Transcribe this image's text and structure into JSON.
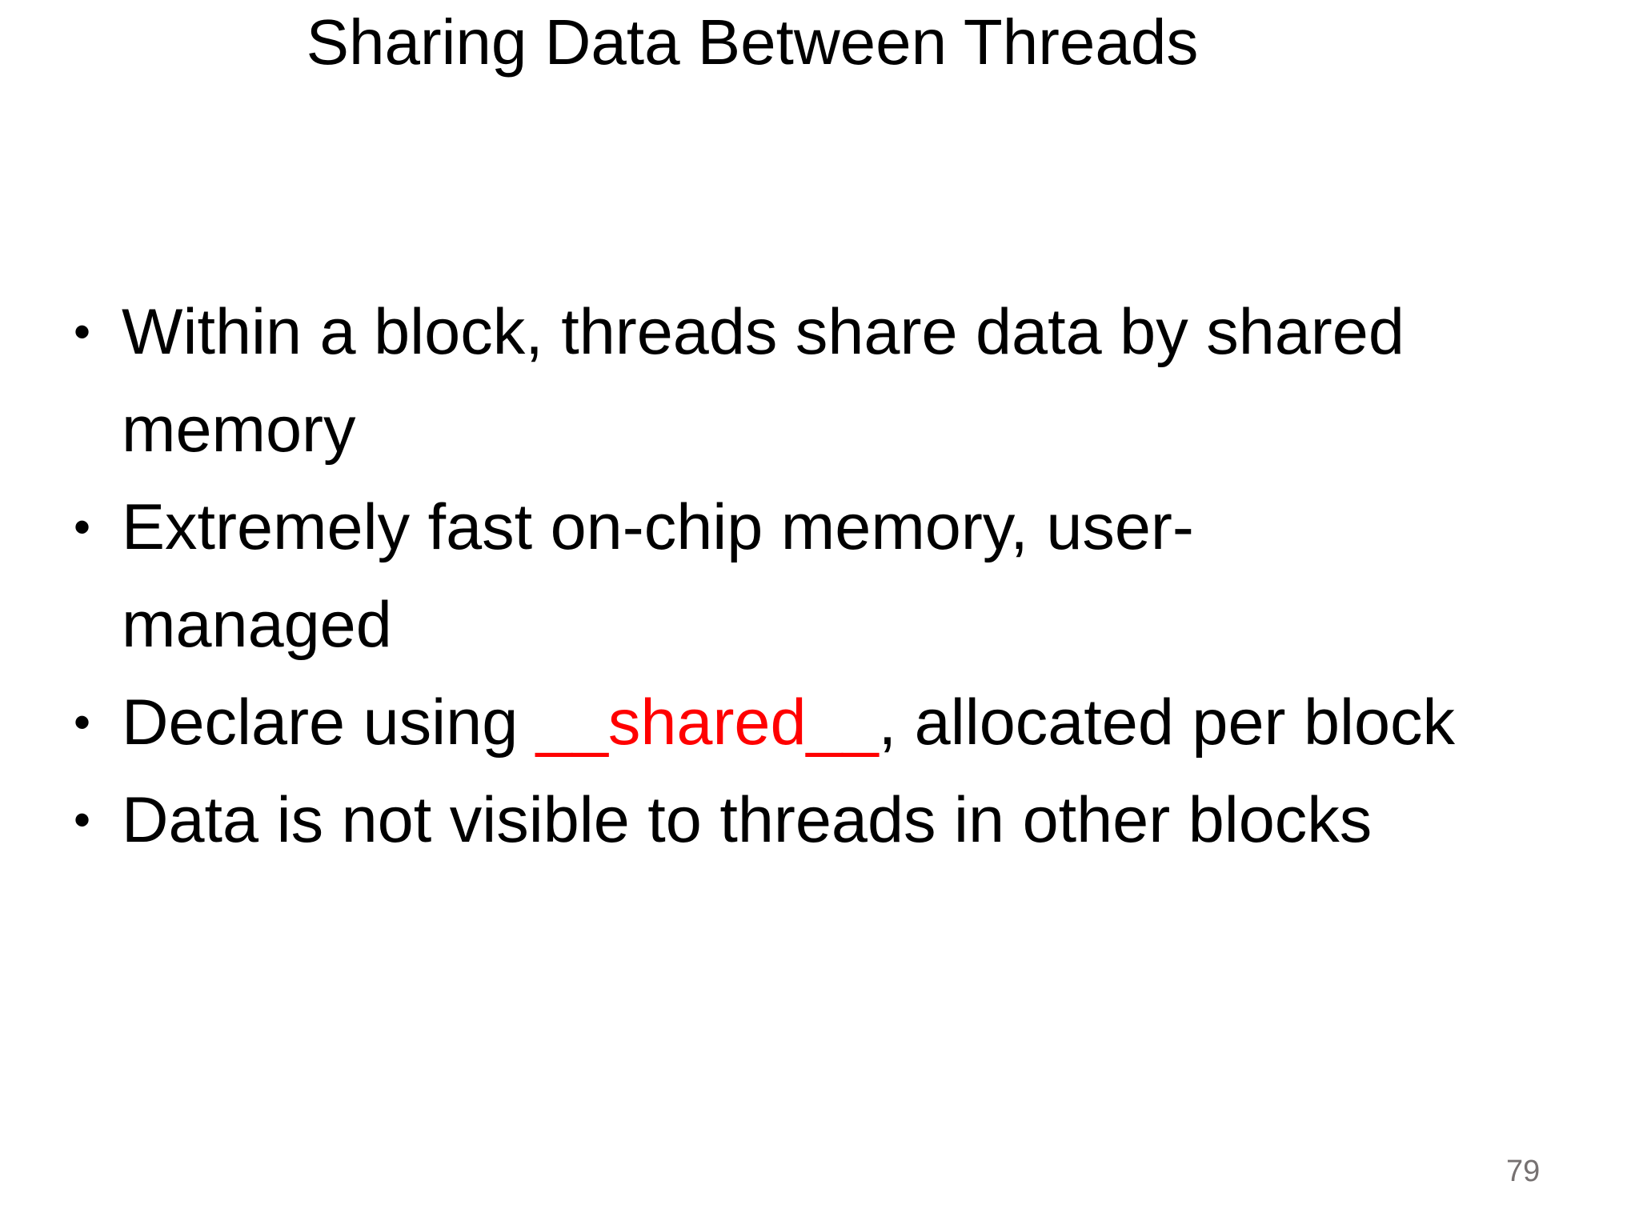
{
  "slide": {
    "title": "Sharing Data Between Threads",
    "bullet_char": "•",
    "bullets": [
      {
        "line1": "Within a block, threads share data by shared",
        "line2": "memory"
      },
      {
        "line1": "Extremely fast on-chip memory, user-",
        "line2": "managed"
      },
      {
        "pre": "Declare using ",
        "highlight": "__shared__",
        "post": ", allocated per block"
      },
      {
        "line1": "Data is not visible to threads in other blocks"
      }
    ],
    "page_number": "79",
    "colors": {
      "background": "#ffffff",
      "text": "#000000",
      "highlight": "#ff0000",
      "page_number": "#767171"
    }
  }
}
